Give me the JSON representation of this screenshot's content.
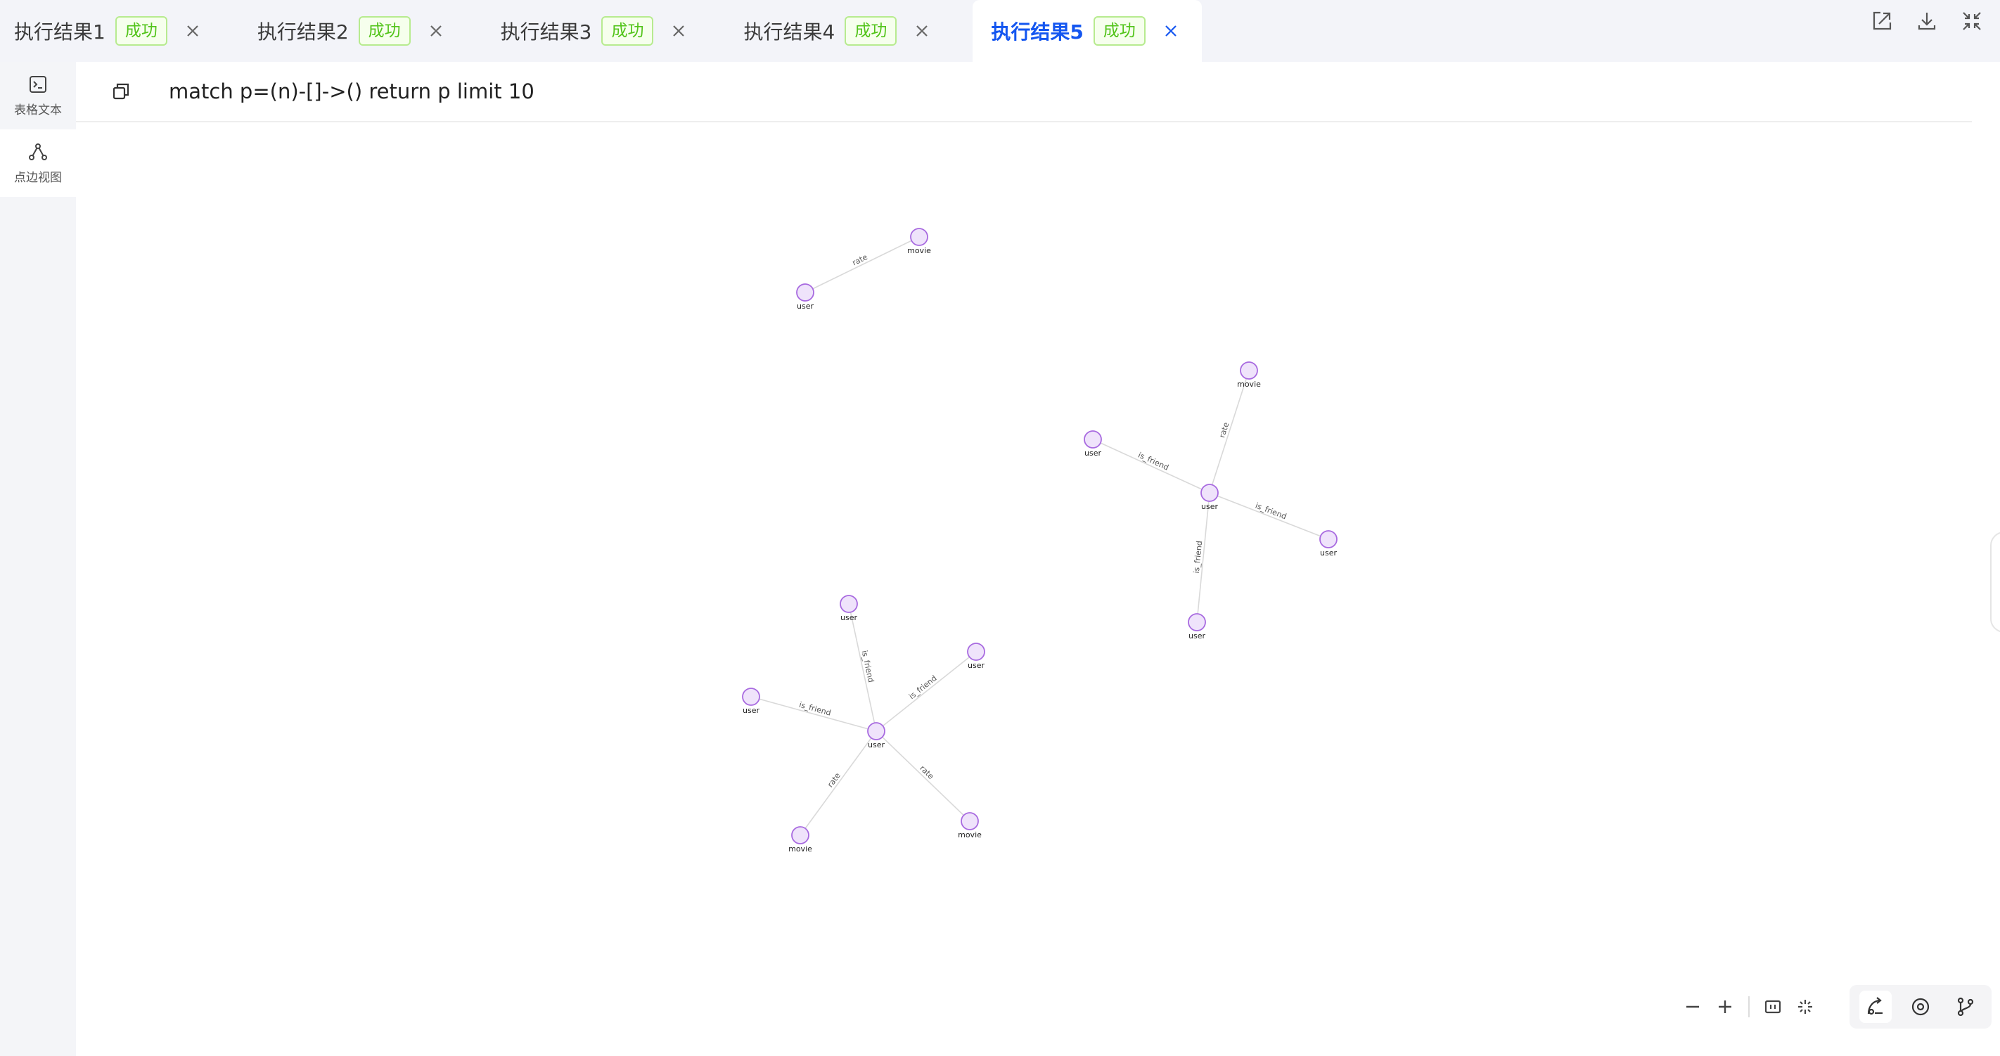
{
  "tabs": [
    {
      "label": "执行结果1",
      "status": "成功",
      "active": false
    },
    {
      "label": "执行结果2",
      "status": "成功",
      "active": false
    },
    {
      "label": "执行结果3",
      "status": "成功",
      "active": false
    },
    {
      "label": "执行结果4",
      "status": "成功",
      "active": false
    },
    {
      "label": "执行结果5",
      "status": "成功",
      "active": true
    }
  ],
  "tab_actions": [
    {
      "icon": "export-icon"
    },
    {
      "icon": "download-icon"
    },
    {
      "icon": "collapse-icon"
    }
  ],
  "sidebar": {
    "items": [
      {
        "label": "表格文本",
        "icon": "console-icon",
        "active": false
      },
      {
        "label": "点边视图",
        "icon": "graph-view-icon",
        "active": true
      }
    ]
  },
  "query": {
    "text": "match p=(n)-[]->() return p limit 10",
    "copy_icon": "copy-icon"
  },
  "graph": {
    "nodes": [
      {
        "id": "n1",
        "label": "movie"
      },
      {
        "id": "n2",
        "label": "user"
      },
      {
        "id": "n3",
        "label": "movie"
      },
      {
        "id": "n4",
        "label": "user"
      },
      {
        "id": "n5",
        "label": "user"
      },
      {
        "id": "n6",
        "label": "user"
      },
      {
        "id": "n7",
        "label": "user"
      },
      {
        "id": "n8",
        "label": "user"
      },
      {
        "id": "n9",
        "label": "user"
      },
      {
        "id": "n10",
        "label": "user"
      },
      {
        "id": "n11",
        "label": "user"
      },
      {
        "id": "n12",
        "label": "movie"
      },
      {
        "id": "n13",
        "label": "movie"
      }
    ],
    "edges": [
      {
        "source": "n2",
        "target": "n1",
        "label": "rate"
      },
      {
        "source": "n5",
        "target": "n3",
        "label": "rate"
      },
      {
        "source": "n4",
        "target": "n5",
        "label": "is_friend"
      },
      {
        "source": "n5",
        "target": "n6",
        "label": "is_friend"
      },
      {
        "source": "n5",
        "target": "n7",
        "label": "is_friend"
      },
      {
        "source": "n8",
        "target": "n11",
        "label": "is_friend"
      },
      {
        "source": "n11",
        "target": "n9",
        "label": "is_friend"
      },
      {
        "source": "n10",
        "target": "n11",
        "label": "is_friend"
      },
      {
        "source": "n11",
        "target": "n12",
        "label": "rate"
      },
      {
        "source": "n11",
        "target": "n13",
        "label": "rate"
      }
    ]
  },
  "toolbar": {
    "left": [
      {
        "icon": "zoom-out-icon"
      },
      {
        "icon": "zoom-in-icon"
      },
      {
        "icon": "fit-view-icon"
      },
      {
        "icon": "auto-layout-icon"
      }
    ],
    "right": [
      {
        "icon": "force-layout-icon",
        "active": true
      },
      {
        "icon": "circular-layout-icon",
        "active": false
      },
      {
        "icon": "tree-layout-icon",
        "active": false
      }
    ]
  },
  "colors": {
    "accent": "#1456f0",
    "success": "#52c41a",
    "node_fill": "#efe3fb",
    "node_stroke": "#a86ae0",
    "edge": "#d9d9d9"
  }
}
